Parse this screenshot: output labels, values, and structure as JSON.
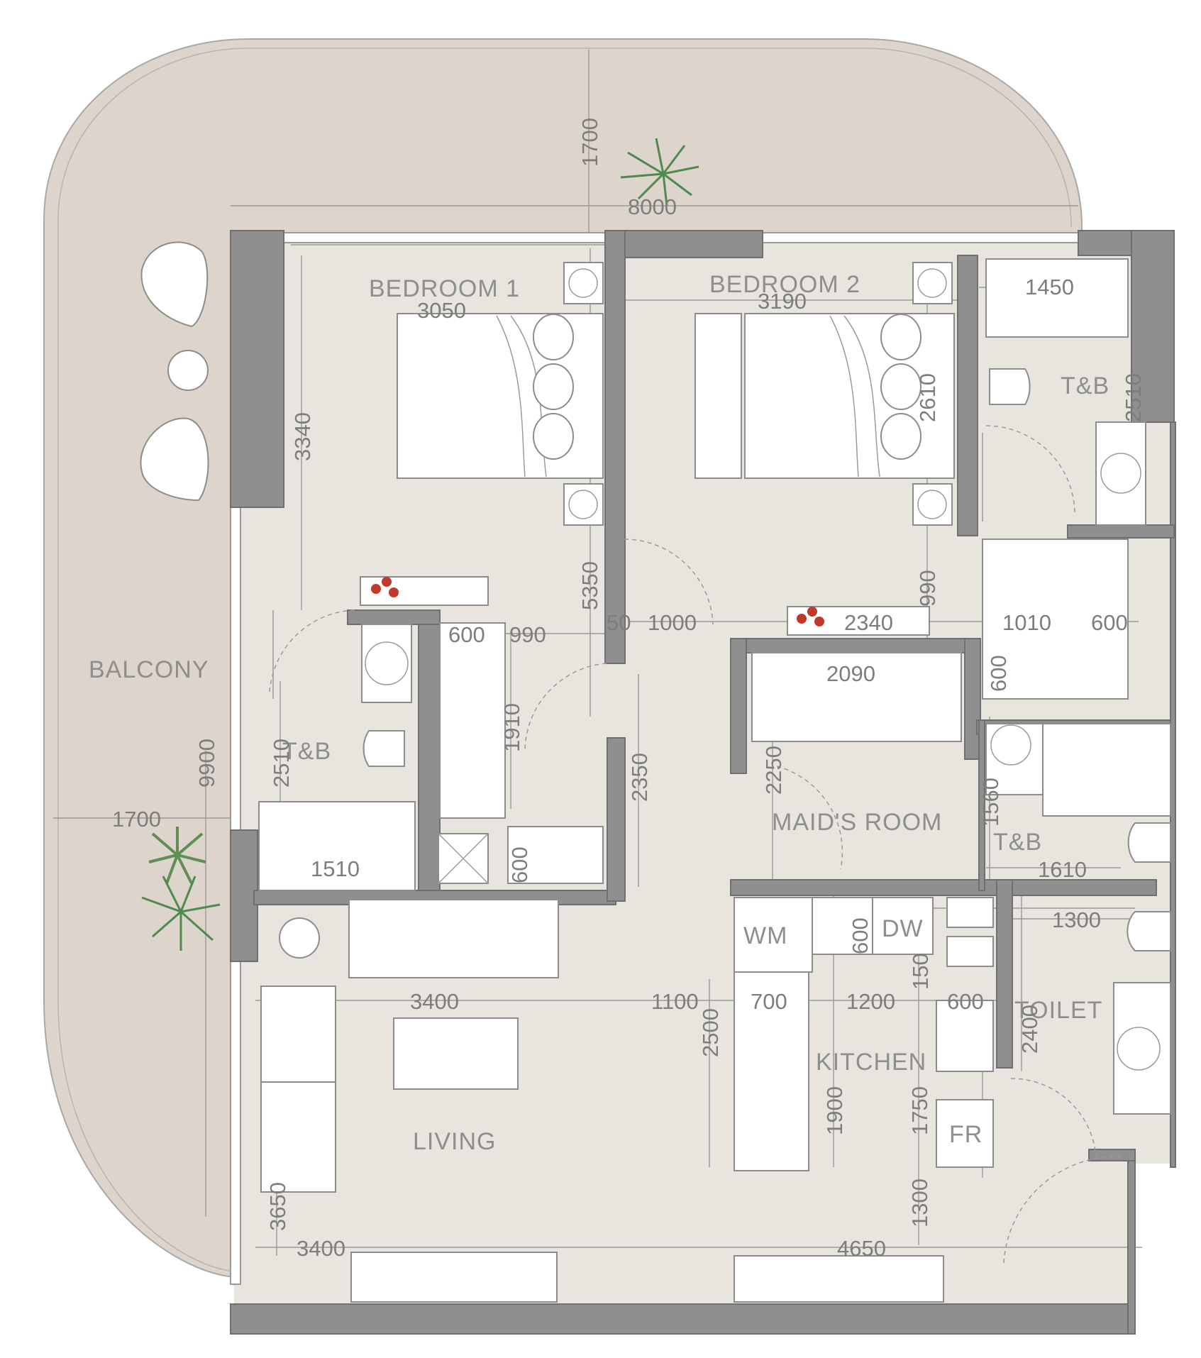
{
  "plan": {
    "rooms": {
      "balcony": "BALCONY",
      "bedroom1": "BEDROOM 1",
      "bedroom2": "BEDROOM 2",
      "tb_main": "T&B",
      "tb_b1": "T&B",
      "tb_maid": "T&B",
      "maids_room": "MAID'S ROOM",
      "kitchen": "KITCHEN",
      "toilet": "TOILET",
      "living": "LIVING",
      "wm": "WM",
      "dw": "DW",
      "fr": "FR"
    },
    "dimensions": {
      "d1700_top": "1700",
      "d8000": "8000",
      "d3050": "3050",
      "d3190": "3190",
      "d1450": "1450",
      "d2510_tb": "2510",
      "d2610": "2610",
      "d3340": "3340",
      "d5350": "5350",
      "d990_b2": "990",
      "d600_wardrobe": "600",
      "d990_corr": "990",
      "d50": "50",
      "d1000": "1000",
      "d2340": "2340",
      "d1010": "1010",
      "d600_right": "600",
      "d600_maid_wardrobe": "600",
      "d2090": "2090",
      "d1910": "1910",
      "d2350": "2350",
      "d2250": "2250",
      "d1560": "1560",
      "d2510_b1": "2510",
      "d9900": "9900",
      "d1700_left": "1700",
      "d1510": "1510",
      "d600_low": "600",
      "d1610": "1610",
      "d600_wm": "600",
      "d1300_toilet": "1300",
      "d150": "150",
      "d3400_mid": "3400",
      "d1100": "1100",
      "d700": "700",
      "d1200": "1200",
      "d600_k": "600",
      "d2400": "2400",
      "d2500": "2500",
      "d1900": "1900",
      "d1750": "1750",
      "d3650": "3650",
      "d1300_entry": "1300",
      "d3400_bot": "3400",
      "d4650": "4650"
    },
    "colors": {
      "floor": "#e8e4de",
      "wall": "#8f8f8f",
      "balcony": "#ddd5cb"
    }
  }
}
